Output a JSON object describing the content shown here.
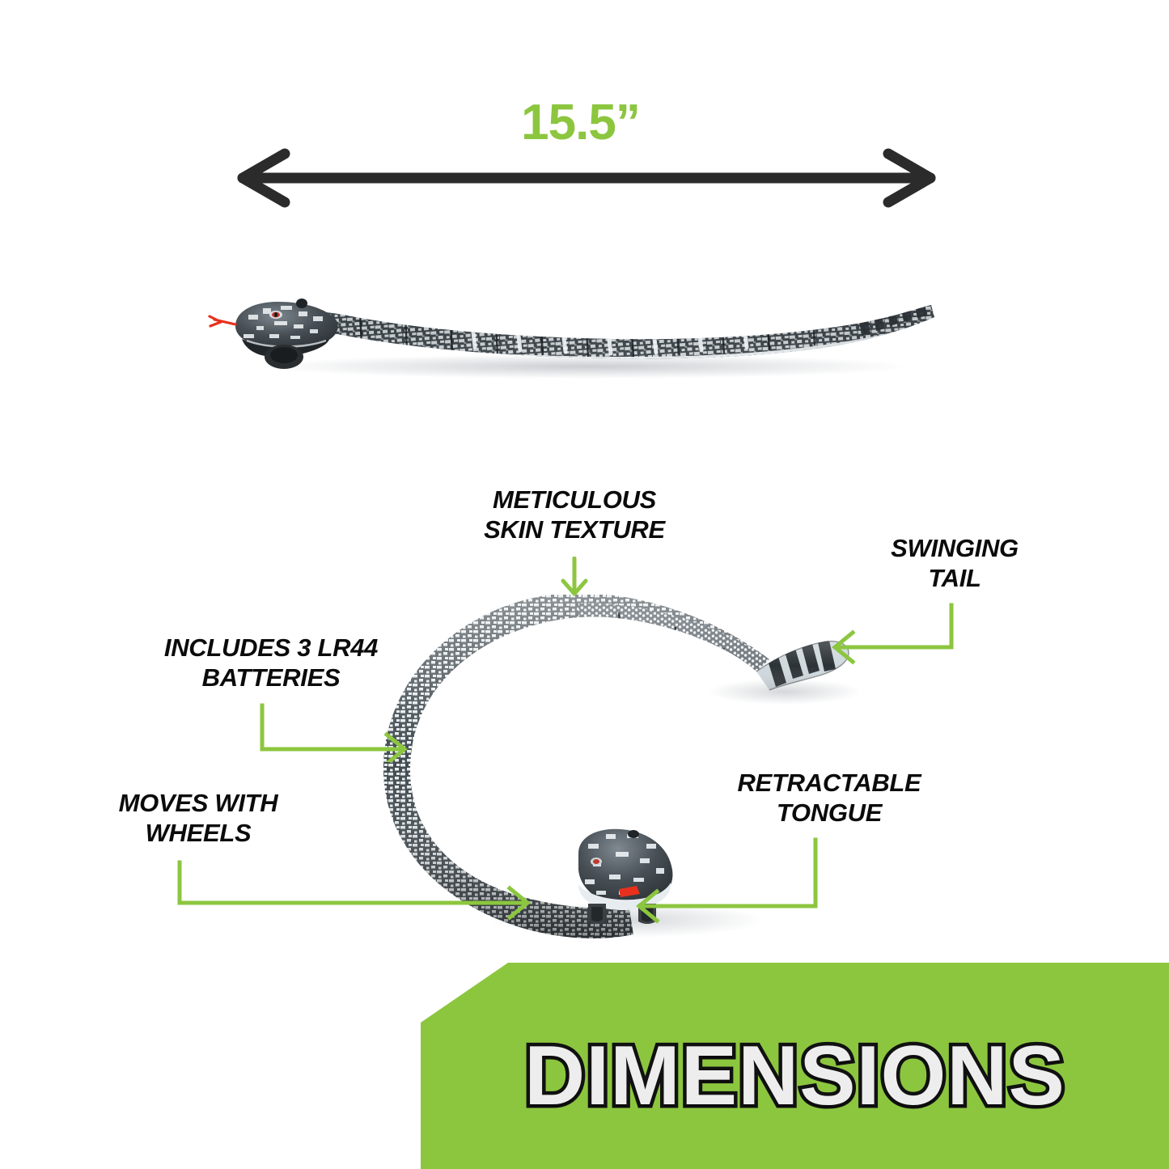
{
  "dimension": {
    "value": "15.5”",
    "arrow_name": "width-dimension-arrow",
    "arrow_color": "#2b2b2b"
  },
  "colors": {
    "accent_green": "#8CC63F",
    "arrow_dark": "#2b2b2b",
    "label_black": "#0b0b0b",
    "banner_green": "#8CC63F",
    "banner_text": "#ededed",
    "banner_outline": "#111111"
  },
  "product": {
    "name": "remote control snake toy",
    "top_view_label": "straight snake side view",
    "bottom_view_label": "coiled snake top view",
    "skin_dark": "#3f4548",
    "skin_light": "#eef2f4",
    "tongue_color": "#e8301d",
    "wheel_color": "#3a3d40"
  },
  "callouts": [
    {
      "id": "meticulous-skin-texture",
      "text": "METICULOUS\nSKIN TEXTURE",
      "arrow": "down"
    },
    {
      "id": "swinging-tail",
      "text": "SWINGING\nTAIL",
      "arrow": "left"
    },
    {
      "id": "includes-3-lr44-batteries",
      "text": "INCLUDES 3 LR44\nBATTERIES",
      "arrow": "right"
    },
    {
      "id": "moves-with-wheels",
      "text": "MOVES WITH\nWHEELS",
      "arrow": "right"
    },
    {
      "id": "retractable-tongue",
      "text": "RETRACTABLE\nTONGUE",
      "arrow": "left"
    }
  ],
  "banner": {
    "title": "DIMENSIONS"
  }
}
